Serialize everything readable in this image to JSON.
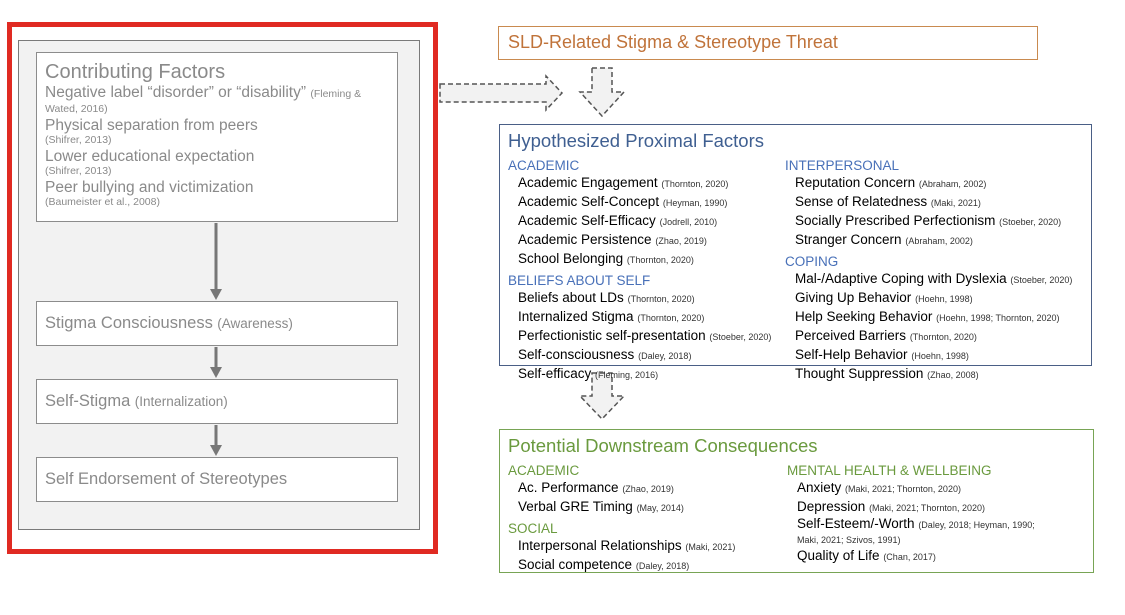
{
  "contributing": {
    "title": "Contributing Factors",
    "items": [
      {
        "text": "Negative label “disorder” or “disability”",
        "cite_inline": "(Fleming &",
        "cite_next": "Wated, 2016)"
      },
      {
        "text": "Physical separation from peers",
        "cite_inline": "",
        "cite_next": "(Shifrer, 2013)"
      },
      {
        "text": "Lower educational expectation",
        "cite_inline": "",
        "cite_next": "(Shifrer, 2013)"
      },
      {
        "text": "Peer bullying and victimization",
        "cite_inline": "",
        "cite_next": "(Baumeister et al., 2008)"
      }
    ]
  },
  "stages": {
    "stigma": {
      "text": "Stigma Consciousness",
      "sub": "(Awareness)"
    },
    "self_stigma": {
      "text": "Self-Stigma",
      "sub": "(Internalization)"
    },
    "endorsement": {
      "text": "Self Endorsement of Stereotypes",
      "sub": ""
    }
  },
  "threat": {
    "title": "SLD-Related Stigma & Stereotype Threat"
  },
  "proximal": {
    "title": "Hypothesized Proximal Factors",
    "academic": {
      "label": "ACADEMIC",
      "items": [
        {
          "text": "Academic Engagement",
          "ref": "(Thornton, 2020)"
        },
        {
          "text": "Academic Self-Concept",
          "ref": "(Heyman, 1990)"
        },
        {
          "text": "Academic Self-Efficacy",
          "ref": "(Jodrell, 2010)"
        },
        {
          "text": "Academic Persistence",
          "ref": "(Zhao, 2019)"
        },
        {
          "text": "School Belonging",
          "ref": "(Thornton, 2020)"
        }
      ]
    },
    "beliefs": {
      "label": "BELIEFS ABOUT SELF",
      "items": [
        {
          "text": "Beliefs about LDs",
          "ref": "(Thornton, 2020)"
        },
        {
          "text": "Internalized Stigma",
          "ref": "(Thornton, 2020)"
        },
        {
          "text": "Perfectionistic self-presentation",
          "ref": "(Stoeber, 2020)"
        },
        {
          "text": "Self-consciousness",
          "ref": "(Daley, 2018)"
        },
        {
          "text": "Self-efficacy",
          "ref": "(Fleming, 2016)"
        }
      ]
    },
    "interpersonal": {
      "label": "INTERPERSONAL",
      "items": [
        {
          "text": "Reputation Concern",
          "ref": "(Abraham, 2002)"
        },
        {
          "text": "Sense of Relatedness",
          "ref": "(Maki, 2021)"
        },
        {
          "text": "Socially Prescribed Perfectionism",
          "ref": "(Stoeber, 2020)"
        },
        {
          "text": "Stranger Concern",
          "ref": "(Abraham, 2002)"
        }
      ]
    },
    "coping": {
      "label": "COPING",
      "items": [
        {
          "text": "Mal-/Adaptive Coping with Dyslexia",
          "ref": "(Stoeber, 2020)"
        },
        {
          "text": "Giving Up Behavior",
          "ref": "(Hoehn, 1998)"
        },
        {
          "text": "Help Seeking Behavior",
          "ref": "(Hoehn, 1998; Thornton, 2020)"
        },
        {
          "text": "Perceived Barriers",
          "ref": "(Thornton, 2020)"
        },
        {
          "text": "Self-Help Behavior",
          "ref": "(Hoehn, 1998)"
        },
        {
          "text": "Thought Suppression",
          "ref": "(Zhao, 2008)"
        }
      ]
    }
  },
  "downstream": {
    "title": "Potential Downstream Consequences",
    "academic": {
      "label": "ACADEMIC",
      "items": [
        {
          "text": "Ac. Performance",
          "ref": "(Zhao, 2019)"
        },
        {
          "text": "Verbal GRE Timing",
          "ref": "(May, 2014)"
        }
      ]
    },
    "social": {
      "label": "SOCIAL",
      "items": [
        {
          "text": "Interpersonal Relationships",
          "ref": "(Maki, 2021)"
        },
        {
          "text": "Social competence",
          "ref": "(Daley, 2018)"
        }
      ]
    },
    "mental": {
      "label": "MENTAL HEALTH & WELLBEING",
      "items": [
        {
          "text": "Anxiety",
          "ref": "(Maki, 2021; Thornton, 2020)"
        },
        {
          "text": "Depression",
          "ref": "(Maki, 2021; Thornton, 2020)"
        },
        {
          "text": "Self-Esteem/-Worth",
          "ref": "(Daley, 2018; Heyman, 1990; Maki, 2021; Szivos, 1991)"
        },
        {
          "text": "Quality of Life",
          "ref": "(Chan, 2017)"
        }
      ]
    }
  }
}
